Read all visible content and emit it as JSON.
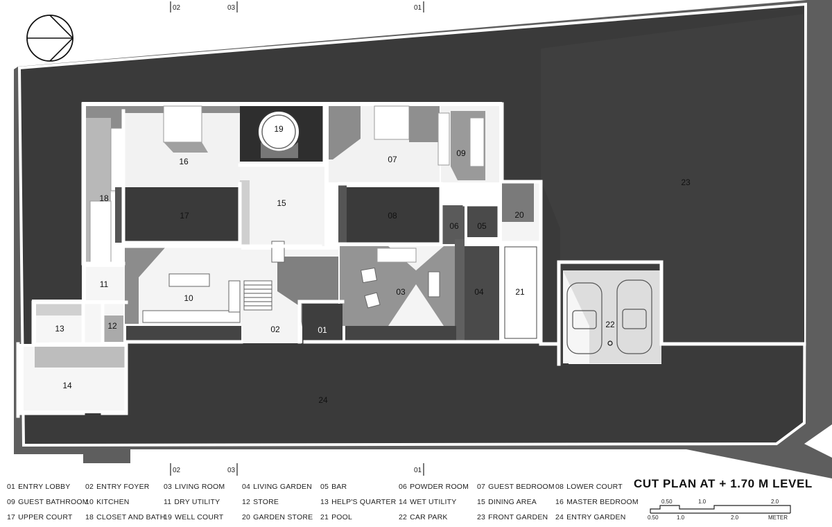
{
  "title": "CUT PLAN AT + 1.70 M LEVEL",
  "section_markers": {
    "s02": "02",
    "s03": "03",
    "s01": "01"
  },
  "rooms": {
    "r01": "01",
    "r02": "02",
    "r03": "03",
    "r04": "04",
    "r05": "05",
    "r06": "06",
    "r07": "07",
    "r08": "08",
    "r09": "09",
    "r10": "10",
    "r11": "11",
    "r12": "12",
    "r13": "13",
    "r14": "14",
    "r15": "15",
    "r16": "16",
    "r17": "17",
    "r18": "18",
    "r19": "19",
    "r20": "20",
    "r21": "21",
    "r22": "22",
    "r23": "23",
    "r24": "24"
  },
  "legend": [
    {
      "num": "01",
      "name": "ENTRY LOBBY"
    },
    {
      "num": "02",
      "name": "ENTRY FOYER"
    },
    {
      "num": "03",
      "name": "LIVING ROOM"
    },
    {
      "num": "04",
      "name": "LIVING GARDEN"
    },
    {
      "num": "05",
      "name": "BAR"
    },
    {
      "num": "06",
      "name": "POWDER ROOM"
    },
    {
      "num": "07",
      "name": "GUEST BEDROOM"
    },
    {
      "num": "08",
      "name": "LOWER COURT"
    },
    {
      "num": "09",
      "name": "GUEST BATHROOM"
    },
    {
      "num": "10",
      "name": "KITCHEN"
    },
    {
      "num": "11",
      "name": "DRY UTILITY"
    },
    {
      "num": "12",
      "name": "STORE"
    },
    {
      "num": "13",
      "name": "HELP'S QUARTER"
    },
    {
      "num": "14",
      "name": "WET UTILITY"
    },
    {
      "num": "15",
      "name": "DINING AREA"
    },
    {
      "num": "16",
      "name": "MASTER BEDROOM"
    },
    {
      "num": "17",
      "name": "UPPER COURT"
    },
    {
      "num": "18",
      "name": "CLOSET AND BATH"
    },
    {
      "num": "19",
      "name": "WELL COURT"
    },
    {
      "num": "20",
      "name": "GARDEN STORE"
    },
    {
      "num": "21",
      "name": "POOL"
    },
    {
      "num": "22",
      "name": "CAR PARK"
    },
    {
      "num": "23",
      "name": "FRONT GARDEN"
    },
    {
      "num": "24",
      "name": "ENTRY GARDEN"
    }
  ],
  "scale": {
    "top": [
      "0.50",
      "1.0",
      "2.0"
    ],
    "bottom": [
      "0.50",
      "1.0",
      "2.0"
    ],
    "unit": "METER"
  }
}
